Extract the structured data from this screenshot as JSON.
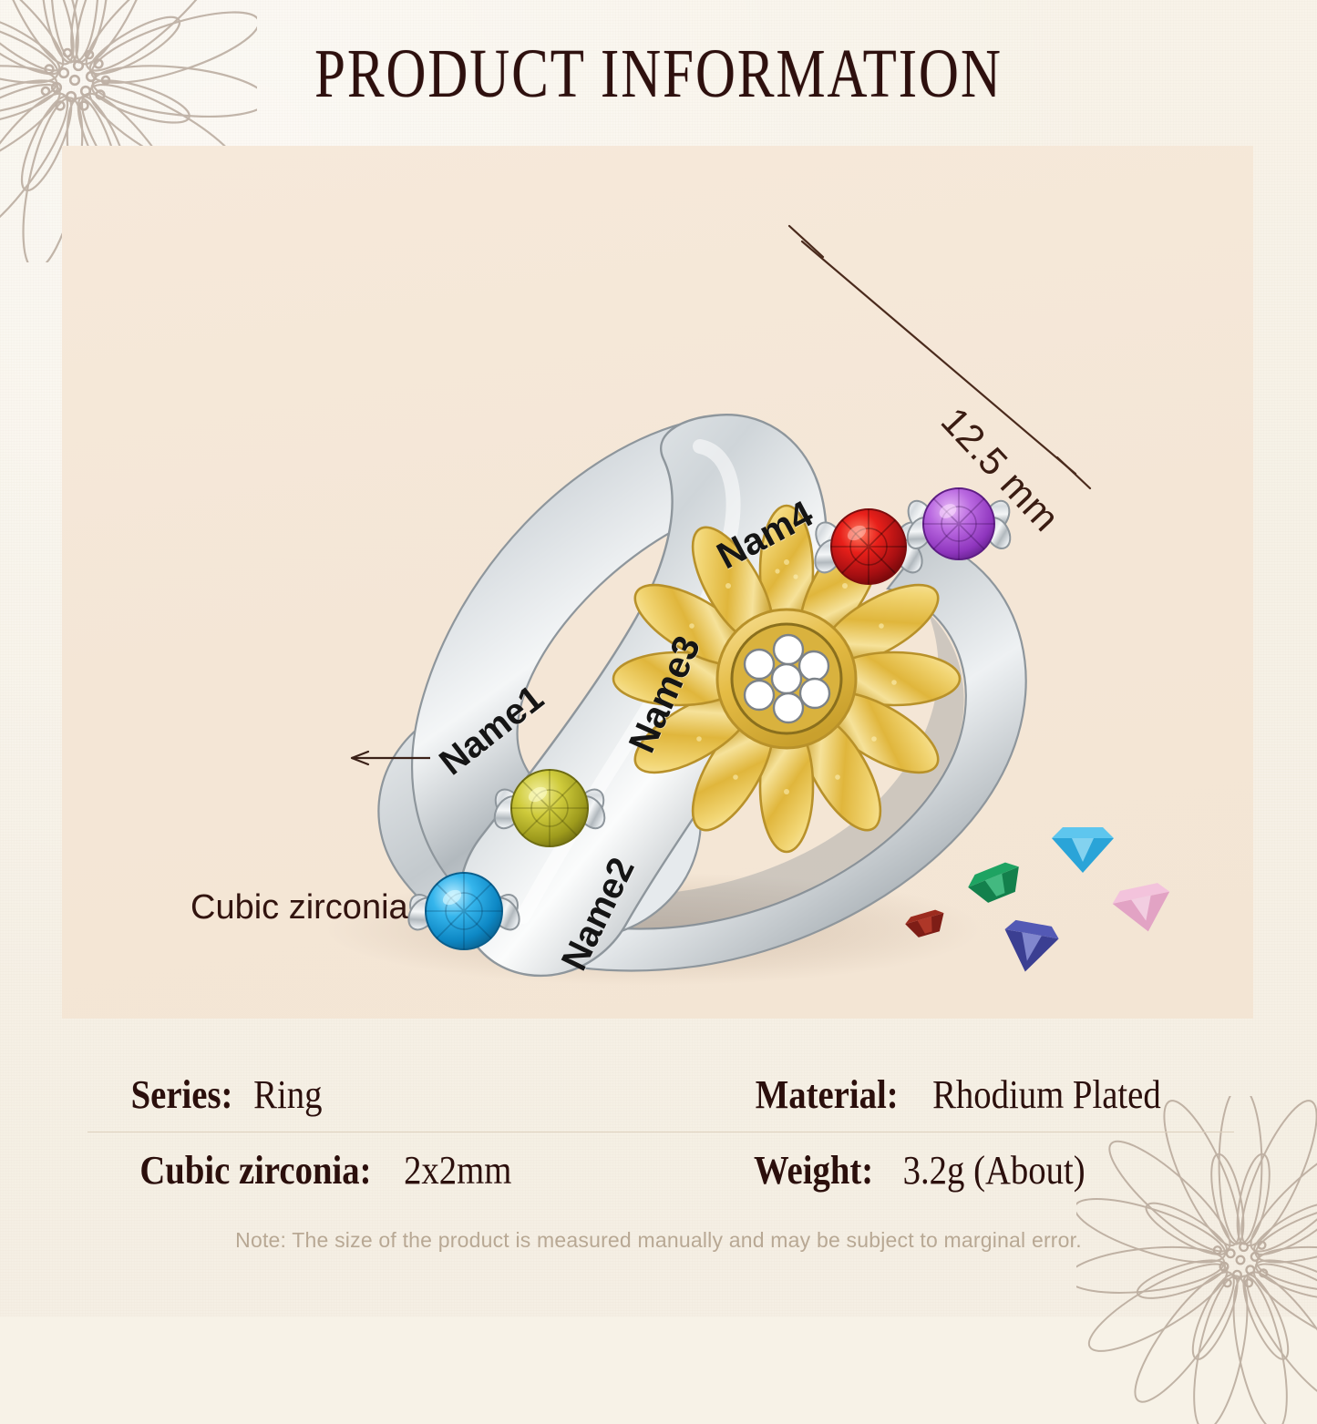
{
  "header": {
    "title": "PRODUCT INFORMATION"
  },
  "product_image": {
    "dimension_callout": "12.5 mm",
    "material_callout": "Cubic zirconia",
    "engravings": [
      {
        "name": "name1",
        "text": "Name1"
      },
      {
        "name": "name2",
        "text": "Name2"
      },
      {
        "name": "name3",
        "text": "Name3"
      },
      {
        "name": "name4",
        "text": "Nam4"
      }
    ],
    "set_gemstones": [
      {
        "name": "aqua-blue-cz",
        "color": "#29aee8"
      },
      {
        "name": "olive-cz",
        "color": "#c9c43a"
      },
      {
        "name": "red-cz",
        "color": "#d81a13"
      },
      {
        "name": "purple-cz",
        "color": "#a855d8"
      }
    ],
    "loose_gemstones": [
      {
        "name": "garnet-red-gem",
        "color": "#7e1d16"
      },
      {
        "name": "emerald-green-gem",
        "color": "#13804c"
      },
      {
        "name": "aquamarine-blue-gem",
        "color": "#2aa4d8"
      },
      {
        "name": "sapphire-navy-gem",
        "color": "#3b3f92"
      },
      {
        "name": "pink-gem",
        "color": "#e2a3c4"
      }
    ],
    "flower": {
      "name": "sunflower-charm",
      "petal_color": "#e8c24e",
      "center_stone_count": 7
    },
    "metal_color": "#c9cdd1"
  },
  "specs": [
    {
      "left": {
        "key": "Series:",
        "value": "Ring",
        "id": "series"
      },
      "right": {
        "key": "Material:",
        "value": "Rhodium Plated",
        "id": "material"
      }
    },
    {
      "left": {
        "key": "Cubic zirconia:",
        "value": "2x2mm",
        "id": "cubic-zirconia"
      },
      "right": {
        "key": "Weight:",
        "value": "3.2g (About)",
        "id": "weight"
      }
    }
  ],
  "footer": {
    "note": "Note: The size of the product is measured manually and may be subject to marginal error."
  },
  "theme": {
    "page_bg": "#f7f2e7",
    "panel_bg": "#f5e7d8",
    "title_color": "#2e100e",
    "text_color": "#2b0f0c",
    "note_color": "#b8a894",
    "divider_color": "#ddd0bd"
  }
}
